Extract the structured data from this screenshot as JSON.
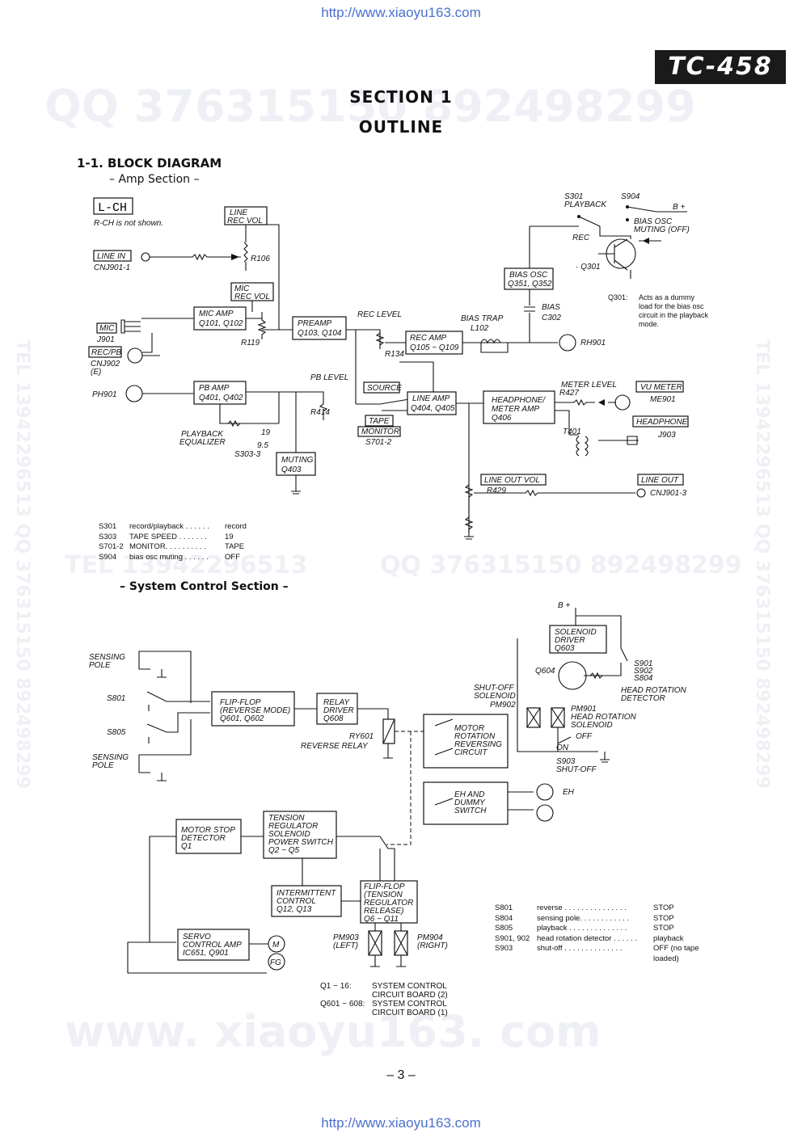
{
  "header_url": "http://www.xiaoyu163.com",
  "footer_url": "http://www.xiaoyu163.com",
  "model_badge": "TC-458",
  "section_title": "SECTION 1",
  "section_subtitle": "OUTLINE",
  "heading_block_diagram": "1-1.  BLOCK DIAGRAM",
  "heading_amp": "– Amp Section –",
  "heading_system": "– System Control Section –",
  "page_number": "– 3 –",
  "watermarks": {
    "qq_top": "QQ 376315150  892498299",
    "tel_mid": "TEL 13942296513",
    "qq_mid": "QQ 376315150  892498299",
    "www_bottom": "www. xiaoyu163. com",
    "right_vertical": "TEL 13942296513  QQ 376315150  892498299",
    "left_vertical": "TEL 13942296513  QQ 376315150  892498299"
  },
  "amp": {
    "lch": "L-CH",
    "rch_note": "R-CH is not shown.",
    "line_rec_vol": [
      "LINE",
      "REC VOL"
    ],
    "r106": "R106",
    "line_in": "LINE IN",
    "cnj901_1": "CNJ901-1",
    "mic_rec_vol": [
      "MIC",
      "REC VOL"
    ],
    "mic_amp": [
      "MIC AMP",
      "Q101, Q102"
    ],
    "r119": "R119",
    "preamp": [
      "PREAMP",
      "Q103, Q104"
    ],
    "rec_level": "REC LEVEL",
    "rec_amp": [
      "REC AMP",
      "Q105 ~ Q109"
    ],
    "r134": "R134",
    "bias_trap": "BIAS TRAP",
    "l102": "L102",
    "rh901": "RH901",
    "mic": "MIC",
    "j901": "J901",
    "recpb": "REC/PB",
    "cnj902": "CNJ902",
    "cnj902_e": "(E)",
    "s301_playback": [
      "S301",
      "PLAYBACK"
    ],
    "s904": "S904",
    "bplus": "B +",
    "bias_osc_muting": [
      "BIAS OSC",
      "MUTING (OFF)"
    ],
    "rec": "REC",
    "q301": "· Q301",
    "bias_osc": [
      "BIAS OSC",
      "Q351, Q352"
    ],
    "bias_c302": [
      "BIAS",
      "C302"
    ],
    "q301_note_label": "Q301:",
    "q301_note": [
      "Acts as a dummy",
      "load for the bias osc",
      "circuit in the playback",
      "mode."
    ],
    "pb_level": "PB LEVEL",
    "ph901": "PH901",
    "pb_amp": [
      "PB AMP",
      "Q401, Q402"
    ],
    "source": "SOURCE",
    "tape": "TAPE",
    "monitor": "MONITOR",
    "s701_2": "S701-2",
    "r414": "R414",
    "line_amp": [
      "LINE AMP",
      "Q404, Q405"
    ],
    "hp_amp": [
      "HEADPHONE/",
      "METER AMP",
      "Q406"
    ],
    "meter_level": "METER LEVEL",
    "r427": "R427",
    "vu_meter": "VU METER",
    "me901": "ME901",
    "headphone": "HEADPHONE",
    "t401": "T401",
    "j903": "J903",
    "playback_eq": [
      "PLAYBACK",
      "EQUALIZER"
    ],
    "eq_19": "19",
    "eq_95": "9.5",
    "s303_3": "S303-3",
    "muting": [
      "MUTING",
      "Q403"
    ],
    "line_out_vol": "LINE OUT VOL",
    "r429": "R429",
    "line_out": "LINE OUT",
    "cnj901_3": "CNJ901-3",
    "switch_table": [
      [
        "S301",
        "record/playback . . . . . .",
        "record"
      ],
      [
        "S303",
        "TAPE SPEED . . . . . . .",
        "19"
      ],
      [
        "S701-2",
        "MONITOR. . . . . . . . . .",
        "TAPE"
      ],
      [
        "S904",
        "bias osc muting . . . . . .",
        "OFF"
      ]
    ]
  },
  "sys": {
    "bplus": "B +",
    "sensing_pole": [
      "SENSING",
      "POLE"
    ],
    "s801": "S801",
    "s805": "S805",
    "sensing_pole2": [
      "SENSING",
      "POLE"
    ],
    "flipflop": [
      "FLIP-FLOP",
      "(REVERSE MODE)",
      "Q601, Q602"
    ],
    "relay_driver": [
      "RELAY",
      "DRIVER",
      "Q608"
    ],
    "ry601": "RY601",
    "reverse_relay": "REVERSE RELAY",
    "motor_rev": [
      "MOTOR",
      "ROTATION",
      "REVERSING",
      "CIRCUIT"
    ],
    "eh_dummy": [
      "EH AND",
      "DUMMY",
      "SWITCH"
    ],
    "eh": "EH",
    "solenoid_driver": [
      "SOLENOID",
      "DRIVER",
      "Q603"
    ],
    "q604": "Q604",
    "s901_904": [
      "S901",
      "S902",
      "S804"
    ],
    "head_rot_det": [
      "HEAD ROTATION",
      "DETECTOR"
    ],
    "shutoff_solenoid": [
      "SHUT-OFF",
      "SOLENOID"
    ],
    "pm902": "PM902",
    "pm901": [
      "PM901",
      "HEAD ROTATION",
      "SOLENOID"
    ],
    "off": "OFF",
    "on": "ON",
    "s903": [
      "S903",
      "SHUT-OFF"
    ],
    "motor_stop": [
      "MOTOR STOP",
      "DETECTOR",
      "Q1"
    ],
    "tension": [
      "TENSION",
      "REGULATOR",
      "SOLENOID",
      "POWER SWITCH",
      "Q2 ~ Q5"
    ],
    "intermittent": [
      "INTERMITTENT",
      "CONTROL",
      "Q12, Q13"
    ],
    "flipflop_tension": [
      "FLIP-FLOP",
      "(TENSION",
      "REGULATOR",
      "RELEASE)",
      "Q6 ~ Q11"
    ],
    "servo": [
      "SERVO",
      "CONTROL AMP",
      "IC651, Q901"
    ],
    "m": "M",
    "fg": "FG",
    "pm903": [
      "PM903",
      "(LEFT)"
    ],
    "pm904": [
      "PM904",
      "(RIGHT)"
    ],
    "boards": [
      [
        "Q1 ~ 16:",
        "SYSTEM  CONTROL",
        "CIRCUIT BOARD (2)"
      ],
      [
        "Q601 ~ 608:",
        "SYSTEM  CONTROL",
        "CIRCUIT BOARD (1)"
      ]
    ],
    "switch_table": [
      [
        "S801",
        "reverse . . . . . . . . . . . . . . .",
        "STOP"
      ],
      [
        "S804",
        "sensing pole. . . . . . . . . . . .",
        "STOP"
      ],
      [
        "S805",
        "playback . . . . . . . . . . . . . .",
        "STOP"
      ],
      [
        "S901, 902",
        "head rotation detector . . . . . .",
        "playback"
      ],
      [
        "S903",
        "shut-off . . . . . . . . . . . . . .",
        "OFF (no tape"
      ],
      [
        "",
        "",
        "loaded)"
      ]
    ]
  }
}
